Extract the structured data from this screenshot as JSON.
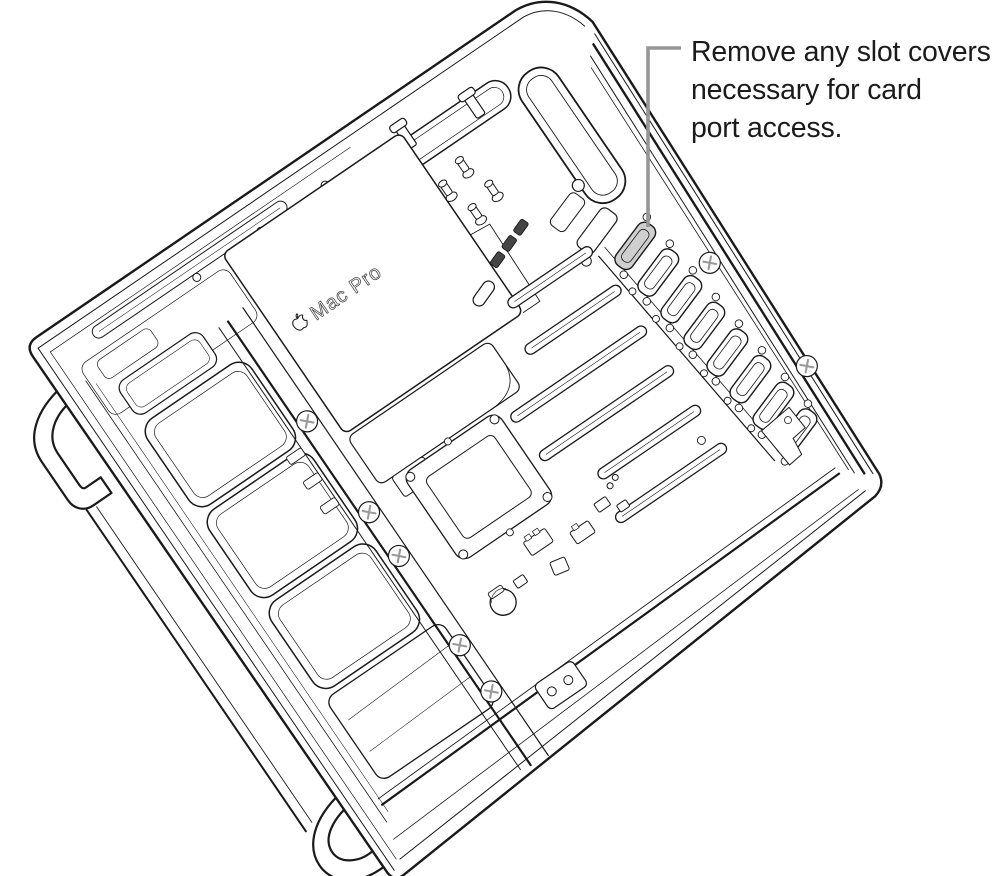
{
  "callout": {
    "lines": [
      "Remove any slot covers",
      "necessary for card",
      "port access."
    ],
    "full_text": "Remove any slot covers necessary for card port access."
  },
  "illustration": {
    "device_label": "Mac Pro",
    "description": "Line-art illustration of a Mac Pro lying on its side with the housing removed, showing internal components; a leader line points to a highlighted PCI slot cover on the back panel.",
    "highlighted_part": "slot cover",
    "icons": [
      "apple-logo-icon",
      "phillips-screw-icon"
    ],
    "colors": {
      "line": "#1a1a1a",
      "leader_line": "#969696",
      "slot_cover_highlight": "#cfcfcf",
      "screw_cross": "#9a9a9a",
      "background": "#ffffff"
    }
  }
}
